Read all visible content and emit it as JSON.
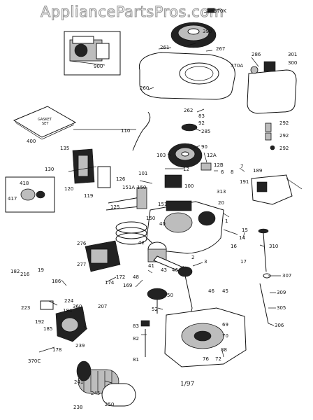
{
  "watermark": "AppliancePartsPros.com",
  "date_code": "1/97",
  "gasket_set": [
    "GASKET",
    "SET"
  ],
  "labels": {
    "l370k": "370K",
    "l390": "390",
    "l261": "261",
    "l267": "267",
    "l370a": "370A",
    "l286": "286",
    "l301": "301",
    "l300": "300",
    "l900": "900",
    "l260": "260",
    "l262": "262",
    "l83a": "83",
    "l92": "92",
    "l285": "285",
    "l110": "110",
    "l292a": "292",
    "l292b": "292",
    "l292c": "292",
    "l400": "400",
    "l135": "135",
    "l103": "103",
    "l90": "90",
    "l12a": "12A",
    "l12b": "12B",
    "l130": "130",
    "l120": "120",
    "l101": "101",
    "l150a": "150",
    "l100": "100",
    "l12": "12",
    "l6": "6",
    "l8": "8",
    "l7": "7",
    "l189": "189",
    "l418": "418",
    "l417": "417",
    "l119": "119",
    "l126": "126",
    "l151a": "151A",
    "l191": "191",
    "l313": "313",
    "l20": "20",
    "l125": "125",
    "l151": "151",
    "l150b": "150",
    "l40": "40",
    "l1": "1",
    "l15": "15",
    "l14": "14",
    "l42": "42",
    "l276": "276",
    "l310": "310",
    "l16": "16",
    "l17": "17",
    "l2": "2",
    "l41": "41",
    "l43": "43",
    "l46a": "46",
    "l3": "3",
    "l277": "277",
    "l307": "307",
    "l182": "182",
    "l216": "216",
    "l19": "19",
    "l186": "186",
    "l174": "174",
    "l172": "172",
    "l169": "169",
    "l48": "48",
    "l50": "50",
    "l46b": "46",
    "l45": "45",
    "l309": "309",
    "l224": "224",
    "l223": "223",
    "l192": "192",
    "l184": "184",
    "l360": "360",
    "l207": "207",
    "l185": "185",
    "l305": "305",
    "l52": "52",
    "l306": "306",
    "l83b": "83",
    "l69": "69",
    "l70": "70",
    "l82": "82",
    "l239": "239",
    "l178": "178",
    "l370c": "370C",
    "l81": "81",
    "l88": "88",
    "l76": "76",
    "l72": "72",
    "l241": "241",
    "l245": "245",
    "l250": "250",
    "l238": "238"
  }
}
